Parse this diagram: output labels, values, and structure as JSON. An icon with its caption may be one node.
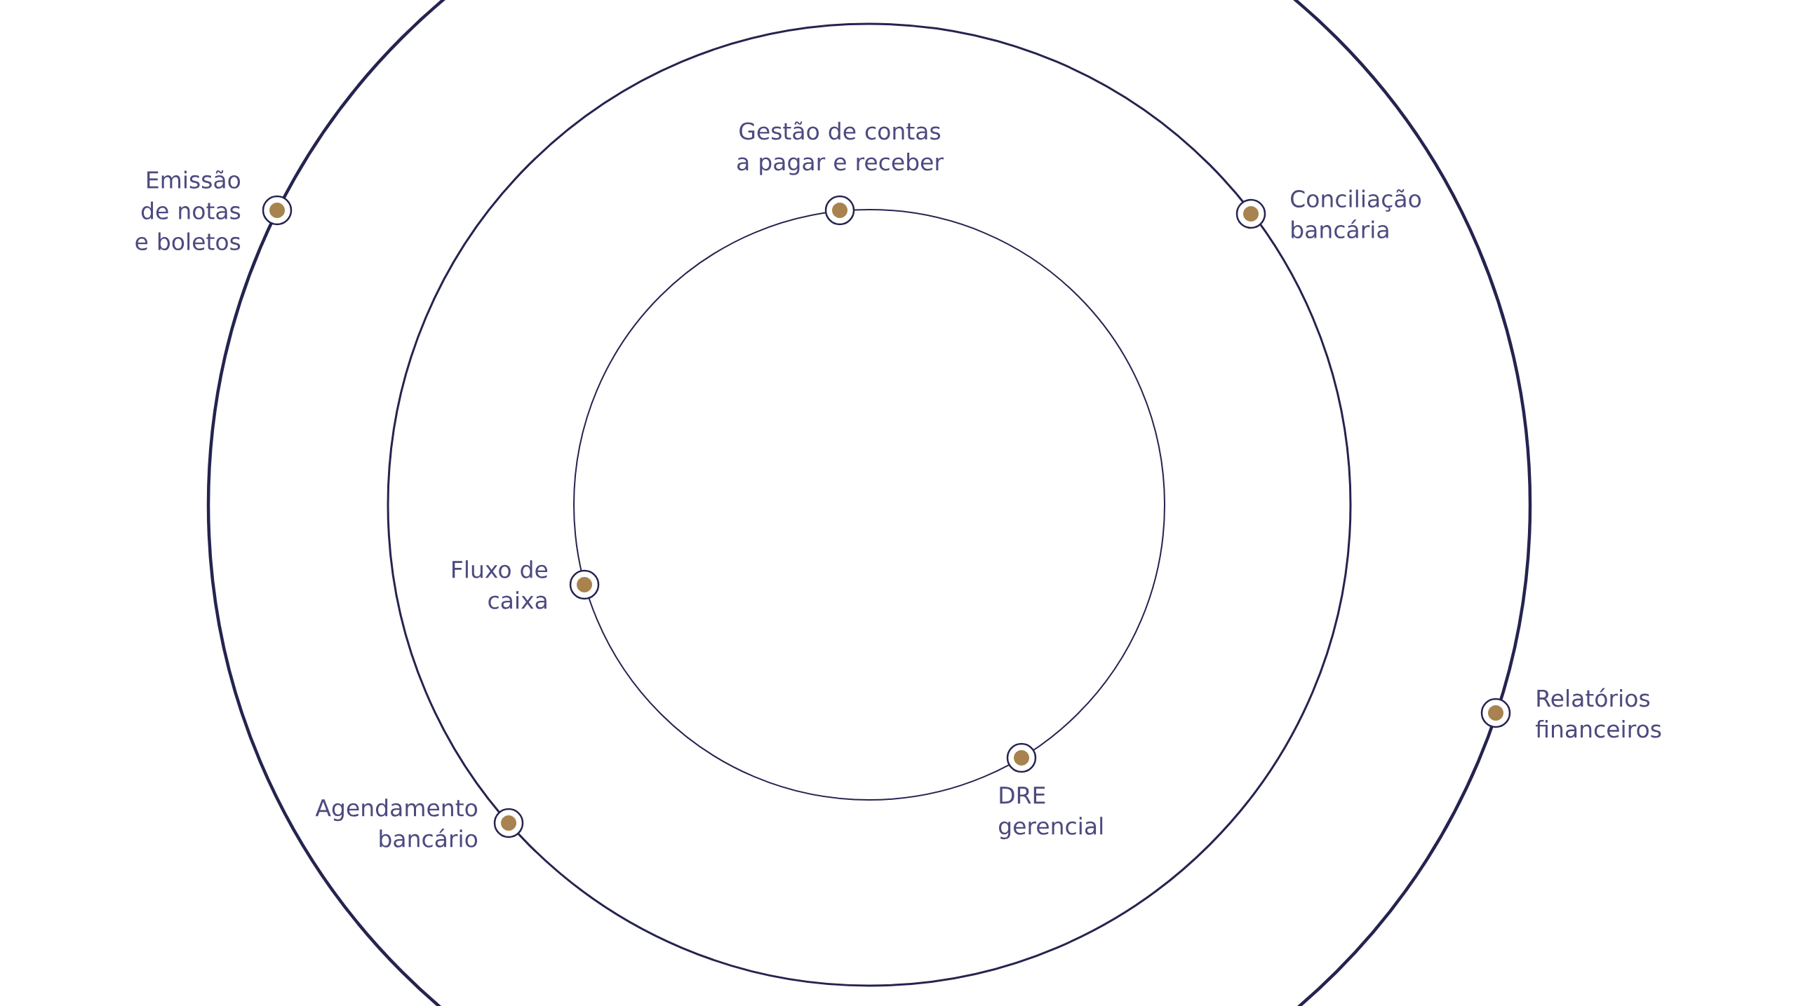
{
  "diagram": {
    "nodes": [
      {
        "text": [],
        "shape": "circle",
        "beside": [
          "Emissão de notas e boletos"
        ]
      },
      {
        "text": [],
        "shape": "circle",
        "beside": [
          "Gestão de contas a pagar e receber"
        ]
      },
      {
        "text": [],
        "shape": "circle",
        "beside": [
          "Conciliação bancária"
        ]
      },
      {
        "text": [],
        "shape": "circle",
        "beside": [
          "Fluxo de caixa"
        ]
      },
      {
        "text": [],
        "shape": "circle",
        "beside": [
          "Relatórios financeiros"
        ]
      },
      {
        "text": [],
        "shape": "circle",
        "beside": [
          "DRE gerencial"
        ]
      },
      {
        "text": [],
        "shape": "circle",
        "beside": [
          "Agendamento bancário"
        ]
      }
    ]
  }
}
